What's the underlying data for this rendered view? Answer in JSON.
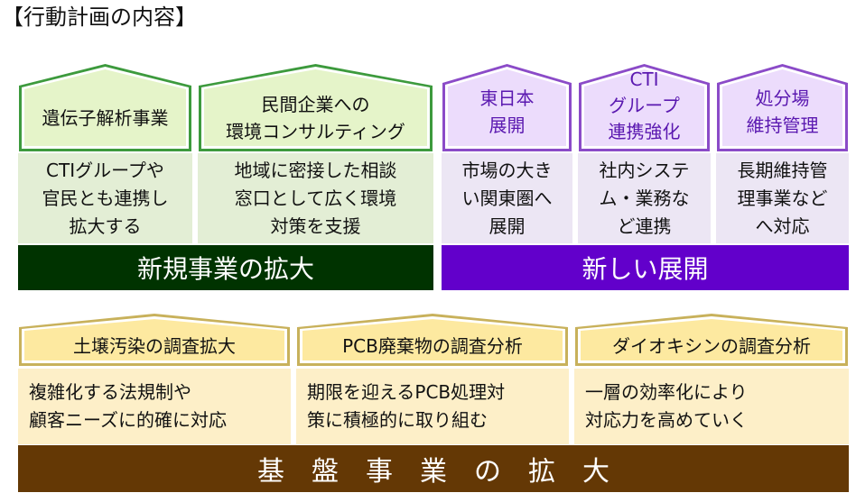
{
  "title": "【行動計画の内容】",
  "colors": {
    "green_fill": "#e5f4c9",
    "green_border": "#3d9a3d",
    "green_body": "#e3eed5",
    "green_band": "#003300",
    "purple_fill": "#ecdcfc",
    "purple_border": "#8b4bc8",
    "purple_body": "#ece6f4",
    "purple_band": "#6200cb",
    "yellow_fill": "#fde9a0",
    "yellow_border": "#c8b15b",
    "yellow_body": "#fdefc8",
    "brown_band": "#643805"
  },
  "groups": {
    "new_business": {
      "band_label": "新規事業の拡大",
      "items": [
        {
          "heading": "遺伝子解析事業",
          "description": "CTIグループや\n官民とも連携し\n拡大する"
        },
        {
          "heading": "民間企業への\n環境コンサルティング",
          "description": "地域に密接した相談\n窓口として広く環境\n対策を支援"
        }
      ]
    },
    "new_development": {
      "band_label": "新しい展開",
      "items": [
        {
          "heading": "東日本\n展開",
          "description": "市場の大き\nい関東圏へ\n展開"
        },
        {
          "heading": "CTI\nグループ\n連携強化",
          "description": "社内システ\nム・業務な\nど連携"
        },
        {
          "heading": "処分場\n維持管理",
          "description": "長期維持管\n理事業など\nへ対応"
        }
      ]
    },
    "core_business": {
      "band_label": "基　盤　事　業　の　拡　大",
      "items": [
        {
          "heading": "土壌汚染の調査拡大",
          "description": "複雑化する法規制や\n顧客ニーズに的確に対応"
        },
        {
          "heading": "PCB廃棄物の調査分析",
          "description": "期限を迎えるPCB処理対\n策に積極的に取り組む"
        },
        {
          "heading": "ダイオキシンの調査分析",
          "description": "一層の効率化により\n対応力を高めていく"
        }
      ]
    }
  }
}
